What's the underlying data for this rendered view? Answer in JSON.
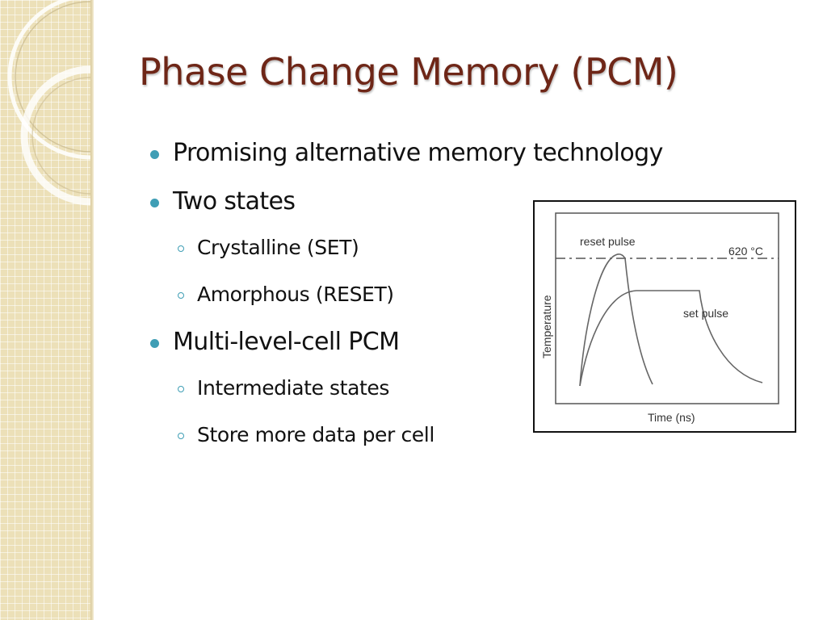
{
  "slide": {
    "title": "Phase Change Memory (PCM)",
    "bullets": [
      {
        "text": "Promising alternative memory technology",
        "level": 1
      },
      {
        "text": "Two states",
        "level": 1
      },
      {
        "text": "Crystalline (SET)",
        "level": 2
      },
      {
        "text": "Amorphous (RESET)",
        "level": 2
      },
      {
        "text": "Multi-level-cell PCM",
        "level": 1
      },
      {
        "text": "Intermediate states",
        "level": 2
      },
      {
        "text": "Store more data per cell",
        "level": 2
      }
    ]
  },
  "figure": {
    "reset_label": "reset pulse",
    "set_label": "set pulse",
    "threshold_label": "620 °C",
    "xlabel": "Time (ns)",
    "ylabel": "Temperature"
  },
  "colors": {
    "title": "#6e2617",
    "bullet": "#3f9eb5",
    "sidebar": "#ece0b8"
  }
}
